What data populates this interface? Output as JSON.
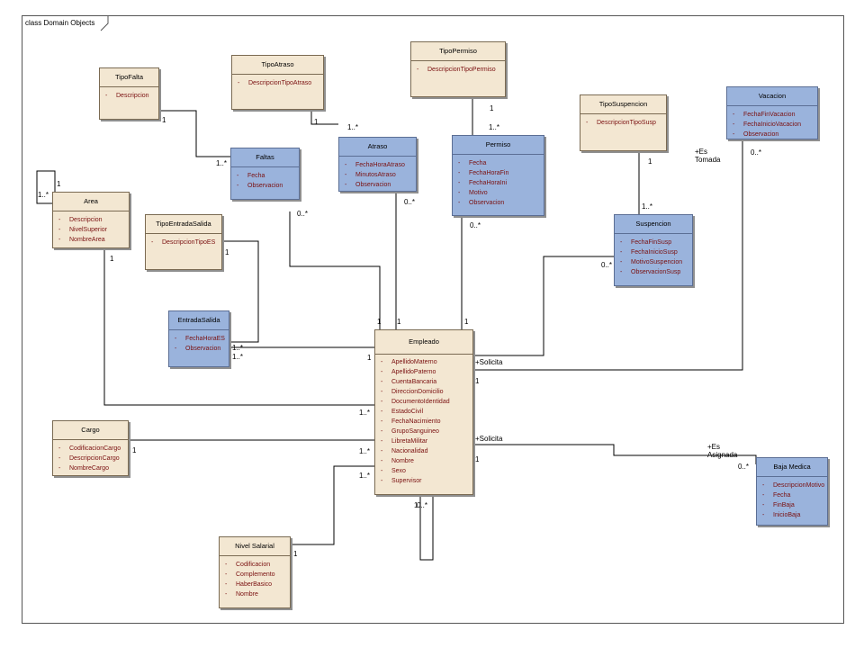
{
  "frame_title": "class Domain Objects",
  "classes": {
    "tipofalta": {
      "name": "TipoFalta",
      "attrs": [
        "Descripcion"
      ]
    },
    "tipoatraso": {
      "name": "TipoAtraso",
      "attrs": [
        "DescripcionTipoAtraso"
      ]
    },
    "tipopermiso": {
      "name": "TipoPermiso",
      "attrs": [
        "DescripcionTipoPermiso"
      ]
    },
    "tiposuspencion": {
      "name": "TipoSuspencion",
      "attrs": [
        "DescripcionTipoSusp"
      ]
    },
    "vacacion": {
      "name": "Vacacion",
      "attrs": [
        "FechaFinVacacion",
        "FechaInicioVacacion",
        "Observacion"
      ]
    },
    "faltas": {
      "name": "Faltas",
      "attrs": [
        "Fecha",
        "Observacion"
      ]
    },
    "atraso": {
      "name": "Atraso",
      "attrs": [
        "FechaHoraAtraso",
        "MinutosAtraso",
        "Observacion"
      ]
    },
    "permiso": {
      "name": "Permiso",
      "attrs": [
        "Fecha",
        "FechaHoraFin",
        "FechaHoraIni",
        "Motivo",
        "Observacion"
      ]
    },
    "area": {
      "name": "Area",
      "attrs": [
        "Descripcion",
        "NivelSuperior",
        "NombreArea"
      ]
    },
    "tipoentradasalida": {
      "name": "TipoEntradaSalida",
      "attrs": [
        "DescripcionTipoES"
      ]
    },
    "suspencion": {
      "name": "Suspencion",
      "attrs": [
        "FechaFinSusp",
        "FechaInicioSusp",
        "MotivoSuspencion",
        "ObservacionSusp"
      ]
    },
    "entradasalida": {
      "name": "EntradaSalida",
      "attrs": [
        "FechaHoraES",
        "Observacion"
      ]
    },
    "empleado": {
      "name": "Empleado",
      "attrs": [
        "ApellidoMaterno",
        "ApellidoPaterno",
        "CuentaBancaria",
        "DireccionDomicilio",
        "DocumentoIdentidad",
        "EstadoCivil",
        "FechaNacimiento",
        "GrupoSanguineo",
        "LibretaMilitar",
        "Nacionalidad",
        "Nombre",
        "Sexo",
        "Supervisor"
      ]
    },
    "cargo": {
      "name": "Cargo",
      "attrs": [
        "CodificacionCargo",
        "DescripcionCargo",
        "NombreCargo"
      ]
    },
    "bajamedica": {
      "name": "Baja Medica",
      "attrs": [
        "DescripcionMotivo",
        "Fecha",
        "FinBaja",
        "InicioBaja"
      ]
    },
    "nivelsalarial": {
      "name": "Nivel Salarial",
      "attrs": [
        "Codificacion",
        "Complemento",
        "HaberBasico",
        "Nombre"
      ]
    }
  },
  "labels": {
    "area_self_1": "1",
    "area_self_many": "1..*",
    "tipofalta_1": "1",
    "faltas_type_many": "1..*",
    "tipoatraso_1": "1",
    "atraso_type_many": "1..*",
    "tipopermiso_1": "1",
    "permiso_type_many": "1..*",
    "tiposusp_1": "1",
    "susp_type_many": "1..*",
    "vacacion_role": "+Es\nTomada",
    "vacacion_many": "0..*",
    "faltas_emp_many": "0..*",
    "atraso_emp_many": "0..*",
    "permiso_emp_many": "0..*",
    "susp_emp_many": "0..*",
    "area_emp_1": "1",
    "tipoes_1": "1",
    "es_many_a": "1..*",
    "es_many_b": "1..*",
    "emp_faltas_1": "1",
    "emp_atraso_1": "1",
    "emp_permiso_1": "1",
    "emp_es_1": "1",
    "emp_solicita_1": "+Solicita",
    "emp_solicita_1_mult": "1",
    "emp_area_many": "1..*",
    "emp_cargo_many": "1..*",
    "emp_solicita_2": "+Solicita",
    "emp_solicita_2_mult": "1",
    "emp_nivel_many": "1..*",
    "emp_self_1": "1",
    "emp_self_many": "0..*",
    "cargo_1": "1",
    "baja_role": "+Es\nAsignada",
    "baja_many": "0..*",
    "nivel_1": "1"
  }
}
